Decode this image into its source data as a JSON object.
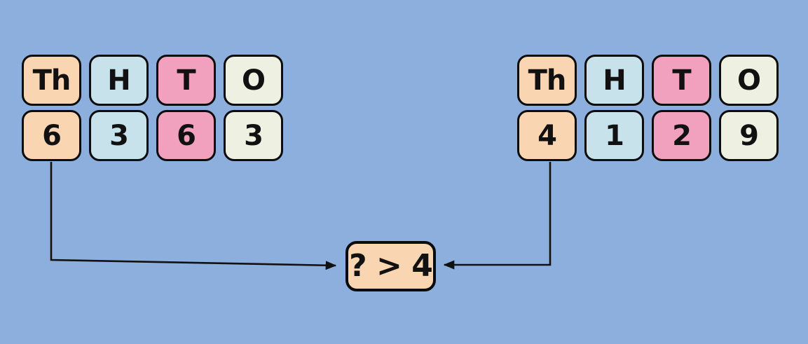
{
  "palette": {
    "background": "#8DAFDE",
    "thousands": "#FAD5B2",
    "hundreds": "#C8E2EC",
    "tens": "#F1A1BD",
    "ones": "#EEF0E2",
    "outline": "#0C0C0C",
    "arrow": "#111111"
  },
  "place_value_headers": [
    "Th",
    "H",
    "T",
    "O"
  ],
  "left_number": {
    "value": "6363",
    "digits": [
      "6",
      "3",
      "6",
      "3"
    ]
  },
  "right_number": {
    "value": "4129",
    "digits": [
      "4",
      "1",
      "2",
      "9"
    ]
  },
  "comparison_box": {
    "label": "? > 4"
  }
}
